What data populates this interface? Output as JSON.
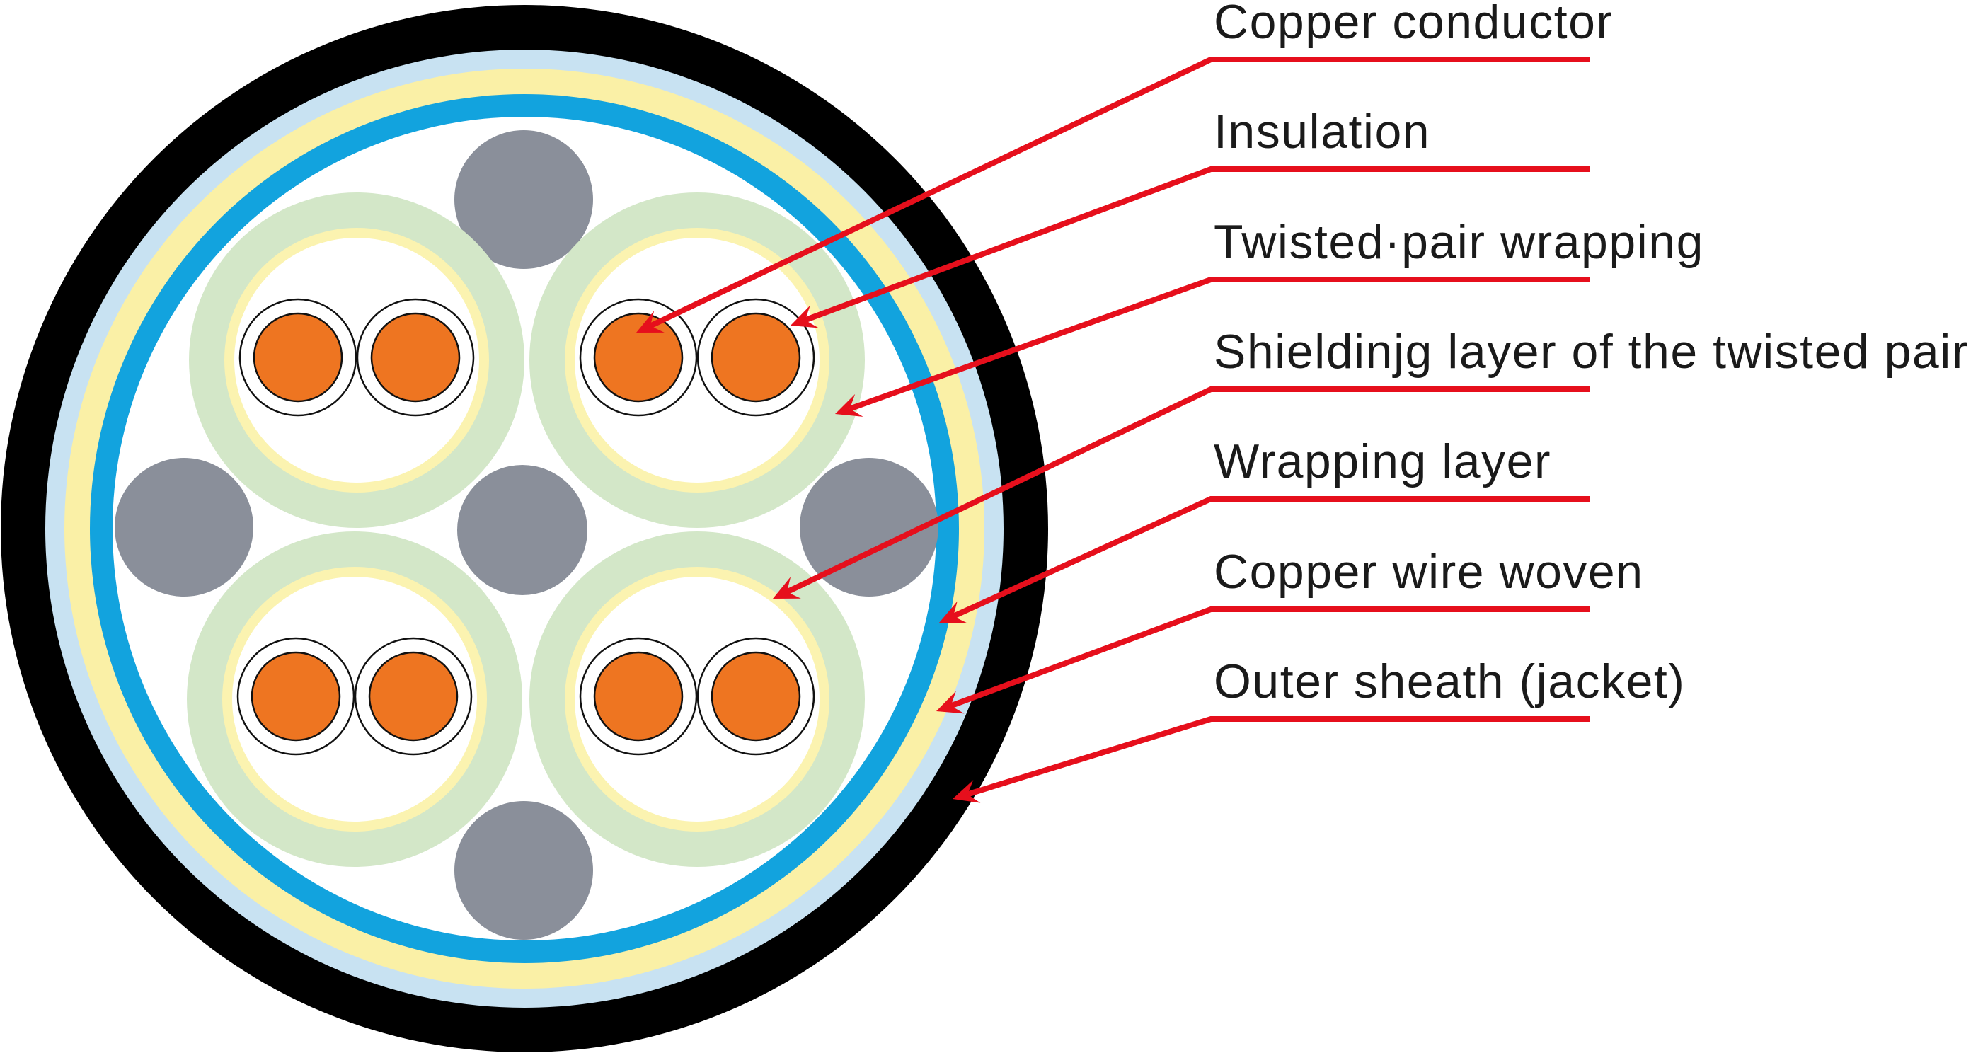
{
  "diagram": {
    "title": "Shielded twisted-pair cable cross-section",
    "labels": [
      {
        "id": "copper-conductor",
        "text": "Copper conductor"
      },
      {
        "id": "insulation",
        "text": "Insulation"
      },
      {
        "id": "twisted-pair-wrapping",
        "text": "Twisted·pair wrapping"
      },
      {
        "id": "twisted-pair-shielding",
        "text": "Shieldinjg layer of the twisted pair"
      },
      {
        "id": "wrapping-layer",
        "text": "Wrapping layer"
      },
      {
        "id": "copper-wire-woven",
        "text": "Copper wire woven"
      },
      {
        "id": "outer-sheath",
        "text": "Outer sheath (jacket)"
      }
    ],
    "components": {
      "twisted_pairs": 4,
      "conductors_per_pair": 2,
      "filler_rods": 5
    },
    "colors": {
      "outer_sheath": "#000000",
      "outer_light_layer": "#c8e2f2",
      "copper_wire_woven": "#faf0a6",
      "wrapping_layer": "#12a3de",
      "pair_shield": "#d3e7c8",
      "pair_wrapping": "#fbf3b0",
      "conductor": "#ee7521",
      "insulation": "#ffffff",
      "filler": "#8a8f9a",
      "leader": "#e60f1c",
      "text": "#1a1a1a"
    }
  }
}
